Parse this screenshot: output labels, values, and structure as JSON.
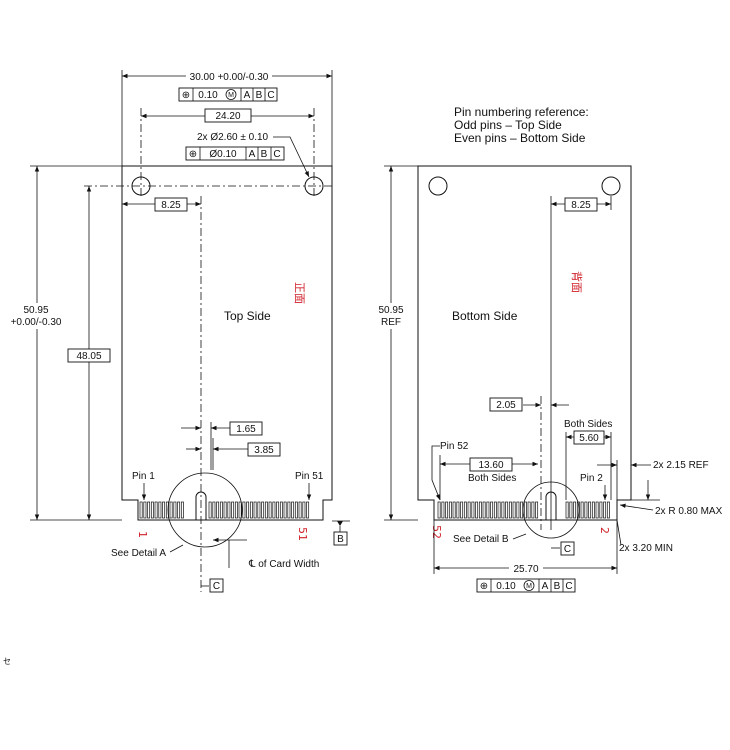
{
  "colors": {
    "line": "#111111",
    "annotation_red": "#d0202a",
    "background": "#ffffff"
  },
  "top_view": {
    "width_dim": "30.00 +0.00/-0.30",
    "width_tol": {
      "symbol": "⊕",
      "value": "0.10",
      "modifier": "M",
      "datums": [
        "A",
        "B",
        "C"
      ]
    },
    "hole_spacing": "24.20",
    "hole_spec": "2x Ø2.60 ± 0.10",
    "hole_tol": {
      "symbol": "⊕",
      "value": "Ø0.10",
      "datums": [
        "A",
        "B",
        "C"
      ]
    },
    "hole_offset": "8.25",
    "height_dim_line1": "50.95",
    "height_dim_line2": "+0.00/-0.30",
    "pin_height": "48.05",
    "side_label": "Top Side",
    "chinese_label": "正面",
    "offset_a": "1.65",
    "offset_b": "3.85",
    "pin1_label": "Pin 1",
    "pin51_label": "Pin 51",
    "red_num_left": "1",
    "red_num_right": "51",
    "datum_b": "B",
    "datum_c": "C",
    "detail_label": "See Detail A",
    "centerline_label": "℄ of Card Width"
  },
  "bottom_view": {
    "pin_ref_line1": "Pin numbering reference:",
    "pin_ref_line2": "Odd pins – Top Side",
    "pin_ref_line3": "Even pins  – Bottom Side",
    "height_dim_line1": "50.95",
    "height_dim_line2": "REF",
    "hole_offset": "8.25",
    "side_label": "Bottom Side",
    "chinese_label": "背面",
    "offset_205": "2.05",
    "both_sides_top": "Both Sides",
    "dim_560": "5.60",
    "pin52_label": "Pin 52",
    "dim_1360": "13.60",
    "both_sides_bottom": "Both Sides",
    "pin2_label": "Pin 2",
    "ref_215": "2x 2.15 REF",
    "ref_radius": "2x R 0.80 MAX",
    "ref_320": "2x 3.20 MIN",
    "red_num_left": "52",
    "red_num_right": "2",
    "detail_label": "See Detail B",
    "datum_c": "C",
    "width_dim": "25.70",
    "width_tol": {
      "symbol": "⊕",
      "value": "0.10",
      "modifier": "M",
      "datums": [
        "A",
        "B",
        "C"
      ]
    }
  },
  "stray_mark": "セ"
}
